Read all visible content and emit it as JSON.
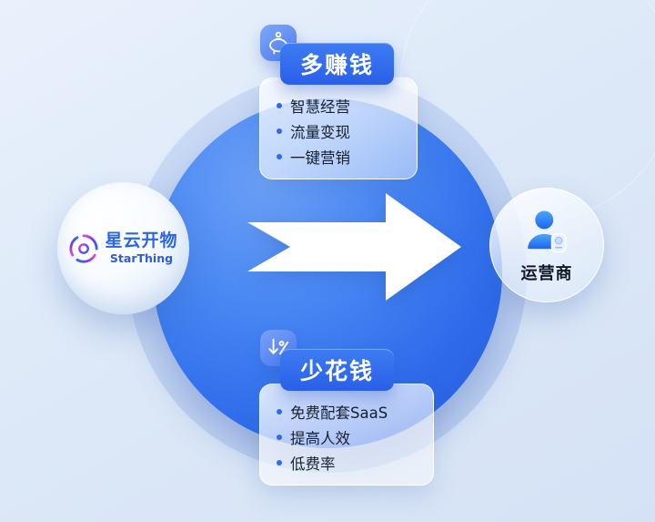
{
  "canvas": {
    "accent": "#2d6bea",
    "circle_color": "#2e6ceb",
    "background_from": "#e9f1fc",
    "background_to": "#d5e2f5"
  },
  "flow": {
    "source": {
      "name_cn": "星云开物",
      "name_en": "StarThing",
      "logo_icon": "swirl-galaxy-icon"
    },
    "target": {
      "label": "运营商",
      "icon": "operator-person-icon"
    },
    "arrow_icon": "right-block-arrow"
  },
  "benefit_top": {
    "badge": "多赚钱",
    "icon": "piggy-bank-icon",
    "items": [
      "智慧经营",
      "流量变现",
      "一键营销"
    ]
  },
  "benefit_bottom": {
    "badge": "少花钱",
    "icon": "discount-down-icon",
    "items": [
      "免费配套SaaS",
      "提高人效",
      "低费率"
    ]
  }
}
